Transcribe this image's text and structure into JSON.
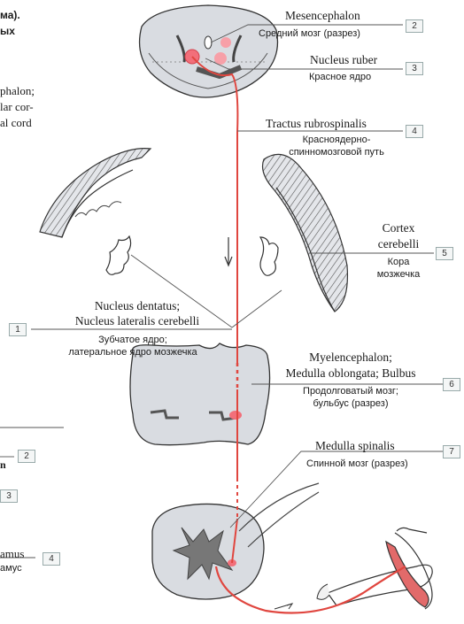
{
  "labels": [
    {
      "num": "2",
      "latin": "Mesencephalon",
      "russian": "Средний мозг (разрез)"
    },
    {
      "num": "3",
      "latin": "Nucleus ruber",
      "russian": "Красное ядро"
    },
    {
      "num": "4",
      "latin": "Tractus rubrospinalis",
      "russian1": "Красноядерно-",
      "russian2": "спинномозговой путь"
    },
    {
      "num": "5",
      "latin1": "Cortex",
      "latin2": "cerebelli",
      "russian1": "Кора",
      "russian2": "мозжечка"
    },
    {
      "num": "1",
      "latin1": "Nucleus dentatus;",
      "latin2": "Nucleus lateralis cerebelli",
      "russian1": "Зубчатое ядро;",
      "russian2": "латеральное ядро мозжечка"
    },
    {
      "num": "6",
      "latin1": "Myelencephalon;",
      "latin2": "Medulla oblongata; Bulbus",
      "russian1": "Продолговатый мозг;",
      "russian2": "бульбус  (разрез)"
    },
    {
      "num": "7",
      "latin": "Medulla spinalis",
      "russian": "Спинной мозг (разрез)"
    }
  ],
  "left_fragments": {
    "a": "ма).",
    "b": "ых",
    "c": "phalon;",
    "d": "lar cor-",
    "e": "al cord",
    "f": "n",
    "g": "amus",
    "h": "амус",
    "n2": "2",
    "n3": "3",
    "n4": "4"
  },
  "colors": {
    "tract": "#e0463f",
    "nucleus": "#f26f7a",
    "tissue": "#dadde2",
    "outline": "#333333"
  }
}
